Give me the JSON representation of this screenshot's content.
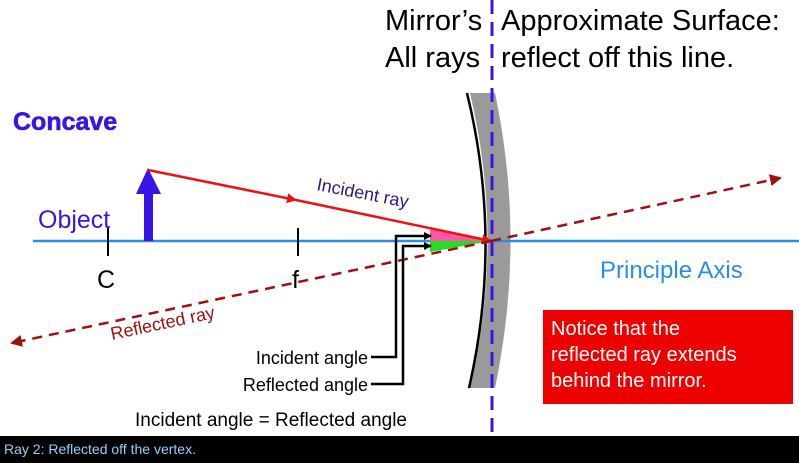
{
  "title": {
    "line1_left": "Mirror’s",
    "line1_right": "Approximate Surface:",
    "line2_left": "All rays",
    "line2_right": "reflect off this line."
  },
  "labels": {
    "concave": "Concave",
    "object": "Object",
    "c_point": "C",
    "f_point": "f",
    "incident_ray": "Incident ray",
    "reflected_ray": "Reflected ray",
    "principle_axis": "Principle Axis",
    "incident_angle": "Incident angle",
    "reflected_angle": "Reflected angle",
    "equality": "Incident angle = Reflected angle"
  },
  "notice": {
    "line1": "Notice that the",
    "line2": "reflected ray extends",
    "line3": "behind the mirror."
  },
  "footer": "Ray 2: Reflected off the vertex.",
  "colors": {
    "axis": "#2a8ee6",
    "object_arrow": "#3a14e6",
    "incident_ray": "#ee1111",
    "reflected_ray": "#a01010",
    "mirror_fill": "#9a9a9a",
    "dashed_line": "#3a14e6",
    "incident_angle_fill": "#ff55aa",
    "reflected_angle_fill": "#22dd22",
    "notice_bg": "#ee0000"
  }
}
